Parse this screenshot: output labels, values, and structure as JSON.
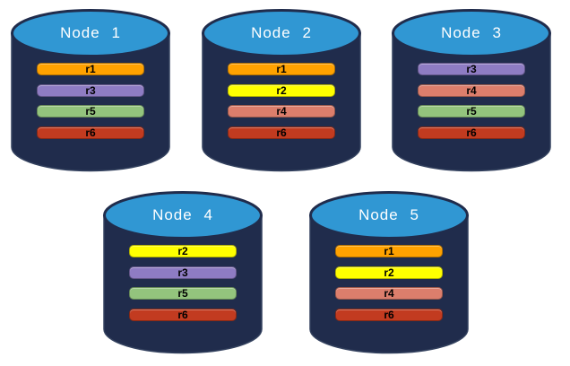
{
  "diagram": {
    "background_color": "#FFFFFF",
    "node_body_color": "#202C4C",
    "node_outline_color": "#33415E",
    "node_top_color": "#3097D3",
    "node_title_color": "#FFFFFF",
    "nodes": [
      {
        "name": "Node 1",
        "replicas": [
          {
            "label": "r1",
            "color": "#FFA200"
          },
          {
            "label": "r3",
            "color": "#8E7CC3"
          },
          {
            "label": "r5",
            "color": "#93C47D"
          },
          {
            "label": "r6",
            "color": "#C23B20"
          }
        ]
      },
      {
        "name": "Node 2",
        "replicas": [
          {
            "label": "r1",
            "color": "#FFA200"
          },
          {
            "label": "r2",
            "color": "#FFFF00"
          },
          {
            "label": "r4",
            "color": "#DC7E6C"
          },
          {
            "label": "r6",
            "color": "#C23B20"
          }
        ]
      },
      {
        "name": "Node 3",
        "replicas": [
          {
            "label": "r3",
            "color": "#8E7CC3"
          },
          {
            "label": "r4",
            "color": "#DC7E6C"
          },
          {
            "label": "r5",
            "color": "#93C47D"
          },
          {
            "label": "r6",
            "color": "#C23B20"
          }
        ]
      },
      {
        "name": "Node 4",
        "replicas": [
          {
            "label": "r2",
            "color": "#FFFF00"
          },
          {
            "label": "r3",
            "color": "#8E7CC3"
          },
          {
            "label": "r5",
            "color": "#93C47D"
          },
          {
            "label": "r6",
            "color": "#C23B20"
          }
        ]
      },
      {
        "name": "Node 5",
        "replicas": [
          {
            "label": "r1",
            "color": "#FFA200"
          },
          {
            "label": "r2",
            "color": "#FFFF00"
          },
          {
            "label": "r4",
            "color": "#DC7E6C"
          },
          {
            "label": "r6",
            "color": "#C23B20"
          }
        ]
      }
    ]
  }
}
